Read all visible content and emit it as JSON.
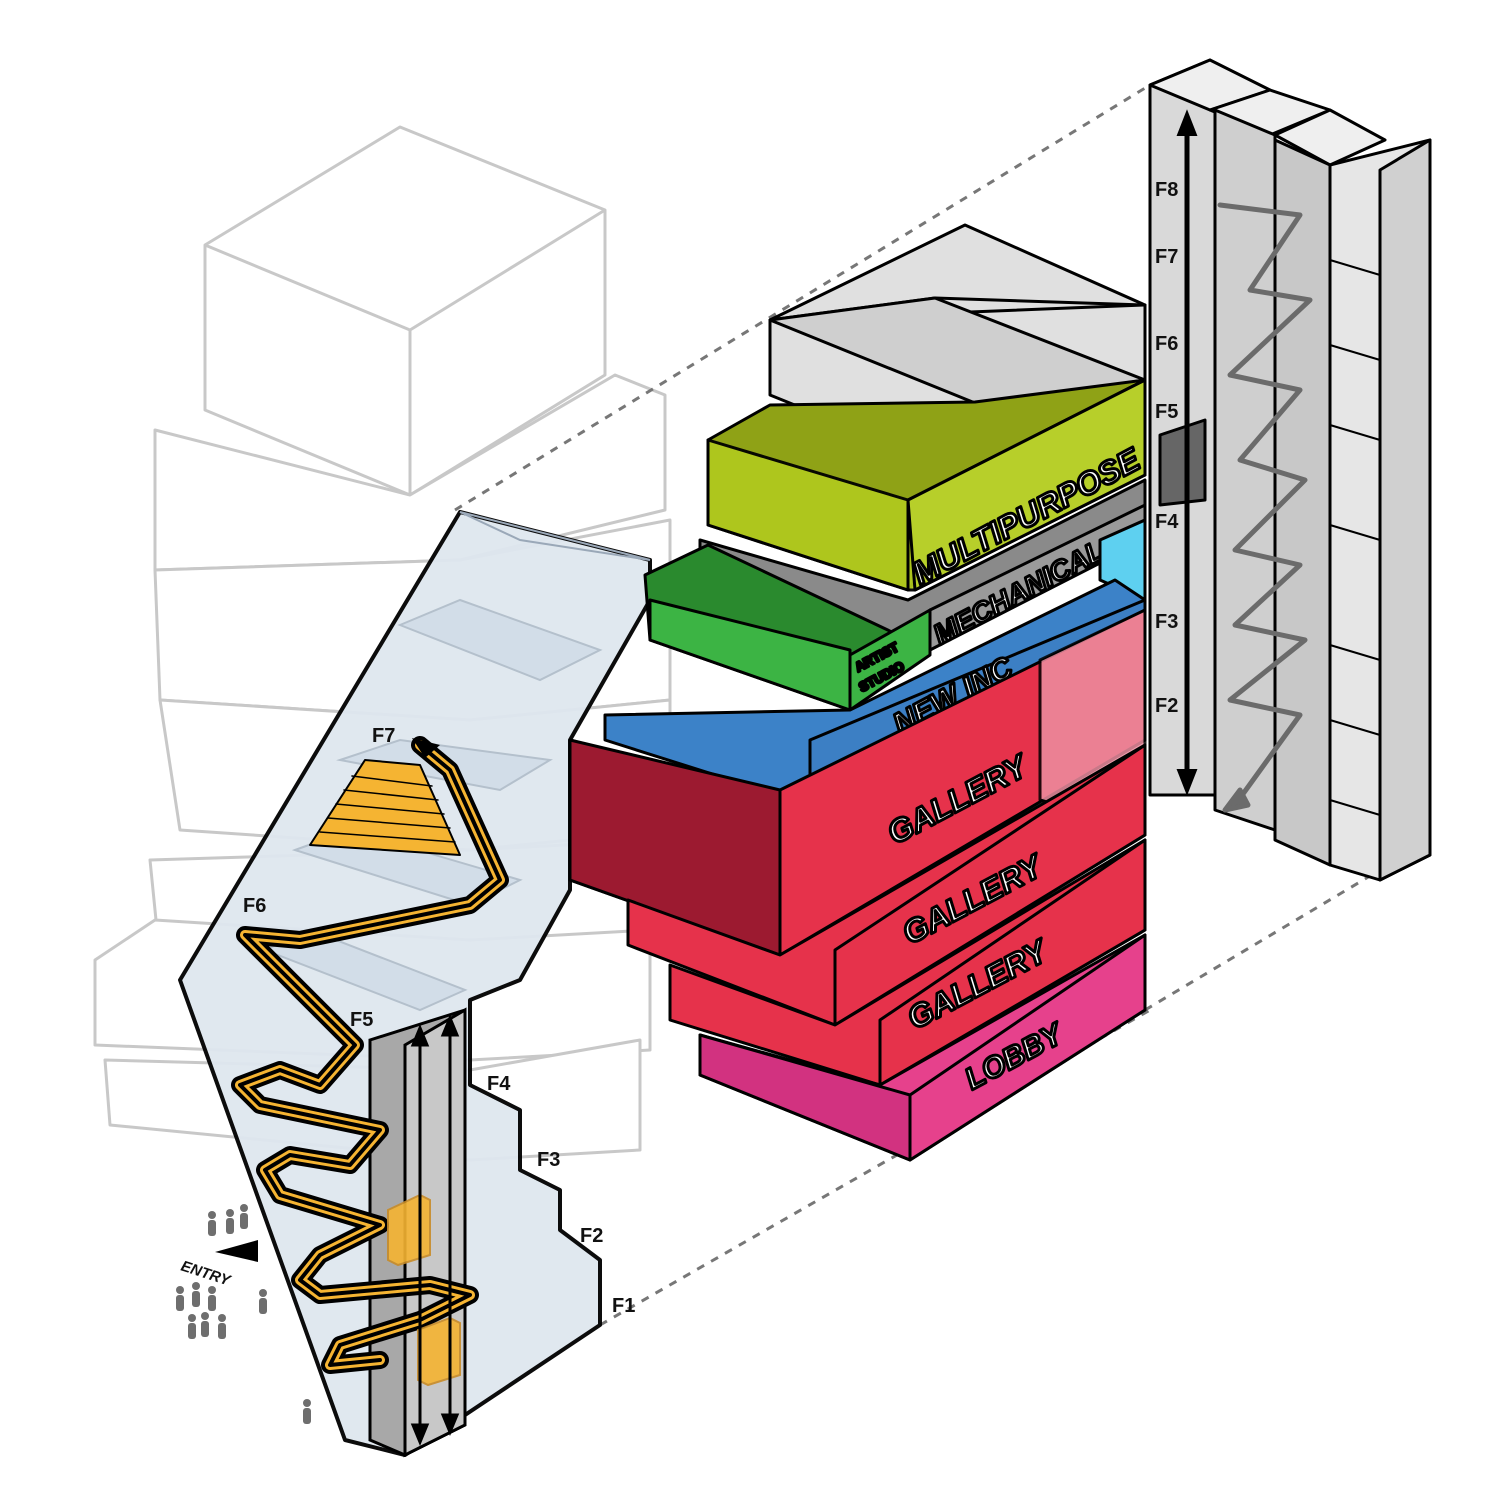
{
  "programs": {
    "multipurpose": "MULTIPURPOSE",
    "mechanical": "MECHANICAL",
    "artist_studio_line1": "ARTIST",
    "artist_studio_line2": "STUDIO",
    "new_inc": "NEW INC",
    "gallery_1": "GALLERY",
    "gallery_2": "GALLERY",
    "gallery_3": "GALLERY",
    "lobby": "LOBBY"
  },
  "section_floors": [
    "F1",
    "F2",
    "F3",
    "F4",
    "F5",
    "F6",
    "F7"
  ],
  "core_floors": [
    "F8",
    "F7",
    "F6",
    "F5",
    "F4",
    "F3",
    "F2"
  ],
  "entry_label": "ENTRY",
  "colors": {
    "multipurpose": "#b0c81e",
    "mechanical": "#8c8c8c",
    "artist_studio": "#3cb444",
    "new_inc": "#3c82c8",
    "gallery": "#e6324b",
    "lobby": "#e6418c",
    "stair": "#f5b432",
    "glass": "#c8d7e6"
  }
}
